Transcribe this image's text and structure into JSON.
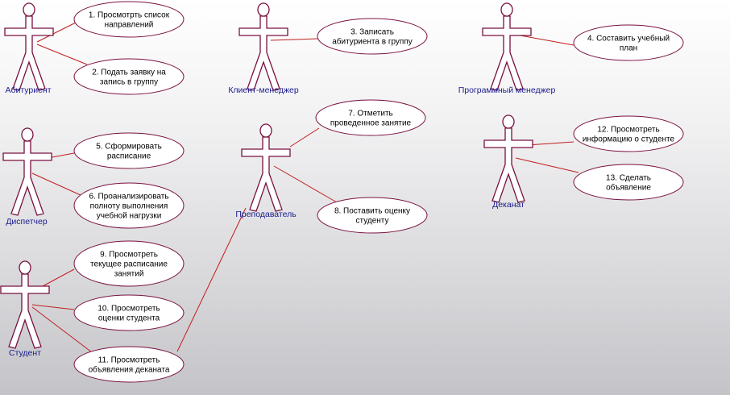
{
  "actors": [
    {
      "id": "abiturient",
      "label": "Абитуриент"
    },
    {
      "id": "client_manager",
      "label": "Клиент-менеджер"
    },
    {
      "id": "program_manager",
      "label": "Программный менеджер"
    },
    {
      "id": "dispatcher",
      "label": "Диспетчер"
    },
    {
      "id": "teacher",
      "label": "Преподаватель"
    },
    {
      "id": "dean",
      "label": "Деканат"
    },
    {
      "id": "student",
      "label": "Студент"
    }
  ],
  "use_cases": [
    {
      "id": "uc1",
      "lines": [
        "1. Просмотрть список",
        "направлений"
      ]
    },
    {
      "id": "uc2",
      "lines": [
        "2. Подать заявку на",
        "запись в группу"
      ]
    },
    {
      "id": "uc3",
      "lines": [
        "3. Записать",
        "абитуриента в группу"
      ]
    },
    {
      "id": "uc4",
      "lines": [
        "4. Составить учебный",
        "план"
      ]
    },
    {
      "id": "uc5",
      "lines": [
        "5. Сформировать",
        "расписание"
      ]
    },
    {
      "id": "uc6",
      "lines": [
        "6. Проанализировать",
        "полноту выполнения",
        "учебной нагрузки"
      ]
    },
    {
      "id": "uc7",
      "lines": [
        "7. Отметить",
        "проведенное занятие"
      ]
    },
    {
      "id": "uc8",
      "lines": [
        "8. Поставить оценку",
        "студенту"
      ]
    },
    {
      "id": "uc9",
      "lines": [
        "9. Просмотреть",
        "текущее расписание",
        "занятий"
      ]
    },
    {
      "id": "uc10",
      "lines": [
        "10. Просмотреть",
        "оценки студента"
      ]
    },
    {
      "id": "uc11",
      "lines": [
        "11. Просмотреть",
        "объявления деканата"
      ]
    },
    {
      "id": "uc12",
      "lines": [
        "12. Просмотреть",
        "информацию о студенте"
      ]
    },
    {
      "id": "uc13",
      "lines": [
        "13. Сделать",
        "объявление"
      ]
    }
  ],
  "associations": [
    [
      "abiturient",
      "uc1"
    ],
    [
      "abiturient",
      "uc2"
    ],
    [
      "client_manager",
      "uc3"
    ],
    [
      "program_manager",
      "uc4"
    ],
    [
      "dispatcher",
      "uc5"
    ],
    [
      "dispatcher",
      "uc6"
    ],
    [
      "teacher",
      "uc7"
    ],
    [
      "teacher",
      "uc8"
    ],
    [
      "teacher",
      "uc11"
    ],
    [
      "student",
      "uc9"
    ],
    [
      "student",
      "uc10"
    ],
    [
      "student",
      "uc11"
    ],
    [
      "dean",
      "uc12"
    ],
    [
      "dean",
      "uc13"
    ]
  ],
  "colors": {
    "association": "#c21e1e",
    "outline": "#7a1040",
    "actor_label": "#1a1a8c"
  }
}
